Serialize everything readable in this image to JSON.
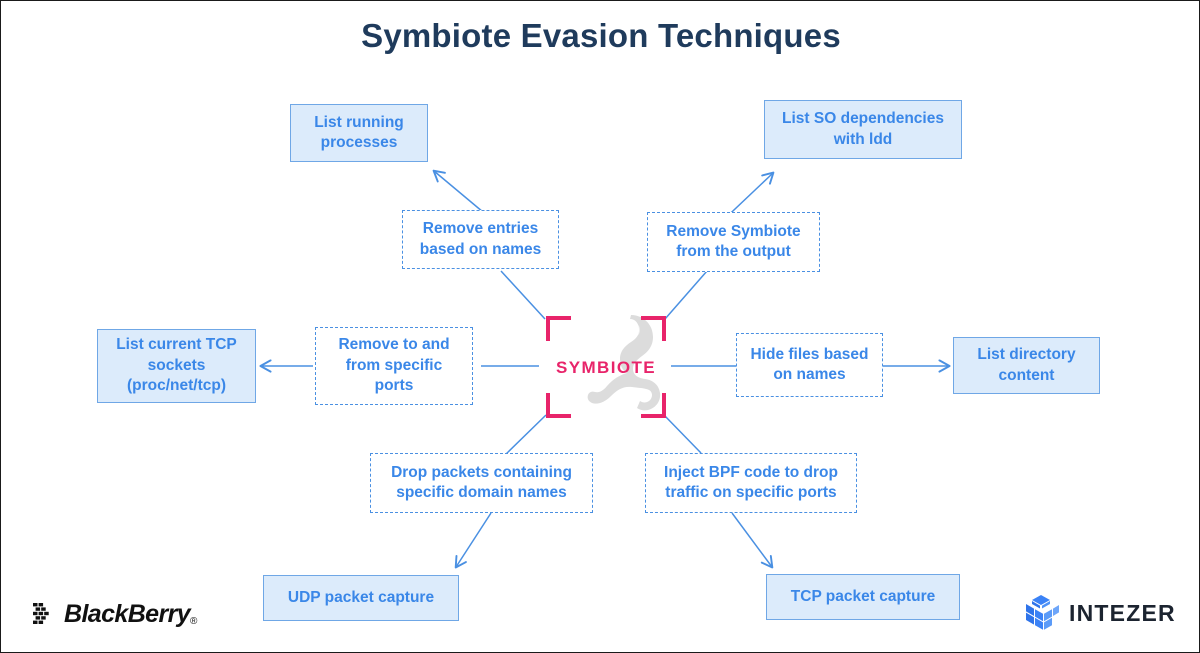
{
  "page": {
    "title": "Symbiote Evasion Techniques",
    "background": "#ffffff"
  },
  "colors": {
    "title_navy": "#1f3b5c",
    "node_text_blue": "#3a87e8",
    "solid_fill": "#dcebfb",
    "solid_border": "#6fa7e6",
    "dashed_border": "#4a90e2",
    "arrow_blue": "#4a90e2",
    "accent_pink": "#e8246a",
    "gecko_gray": "#dcdcdc"
  },
  "center": {
    "label": "SYMBIOTE",
    "icon_name": "gecko-silhouette",
    "bracket_icon_name": "target-corner-brackets"
  },
  "nodes": {
    "outcomes": [
      {
        "id": "list-running-processes",
        "text_lines": [
          "List running",
          "processes"
        ],
        "style": "solid"
      },
      {
        "id": "list-so-dependencies",
        "text_lines": [
          "List SO dependencies",
          "with ldd"
        ],
        "style": "solid"
      },
      {
        "id": "list-current-tcp-sockets",
        "text_lines": [
          "List current TCP",
          "sockets",
          "(proc/net/tcp)"
        ],
        "style": "solid"
      },
      {
        "id": "list-directory-content",
        "text_lines": [
          "List directory",
          "content"
        ],
        "style": "solid"
      },
      {
        "id": "udp-packet-capture",
        "text_lines": [
          "UDP packet capture"
        ],
        "style": "solid"
      },
      {
        "id": "tcp-packet-capture",
        "text_lines": [
          "TCP packet capture"
        ],
        "style": "solid"
      }
    ],
    "techniques": [
      {
        "id": "remove-entries-based-on-names",
        "text_lines": [
          "Remove entries",
          "based on names"
        ],
        "style": "dashed"
      },
      {
        "id": "remove-symbiote-from-the-output",
        "text_lines": [
          "Remove Symbiote",
          "from the output"
        ],
        "style": "dashed"
      },
      {
        "id": "remove-to-and-from-specific-ports",
        "text_lines": [
          "Remove to and",
          "from specific",
          "ports"
        ],
        "style": "dashed"
      },
      {
        "id": "hide-files-based-on-names",
        "text_lines": [
          "Hide files based",
          "on names"
        ],
        "style": "dashed"
      },
      {
        "id": "drop-packets-containing-specific-domain-names",
        "text_lines": [
          "Drop packets containing",
          "specific domain names"
        ],
        "style": "dashed"
      },
      {
        "id": "inject-bpf-code-to-drop-traffic-on-specific-ports",
        "text_lines": [
          "Inject BPF code to drop",
          "traffic on specific ports"
        ],
        "style": "dashed"
      }
    ]
  },
  "logos": {
    "blackberry": {
      "name": "BlackBerry",
      "registered_mark": "®",
      "mark_icon_name": "blackberry-pixel-mark"
    },
    "intezer": {
      "name": "INTEZER",
      "mark_icon_name": "intezer-cube-mark"
    }
  }
}
